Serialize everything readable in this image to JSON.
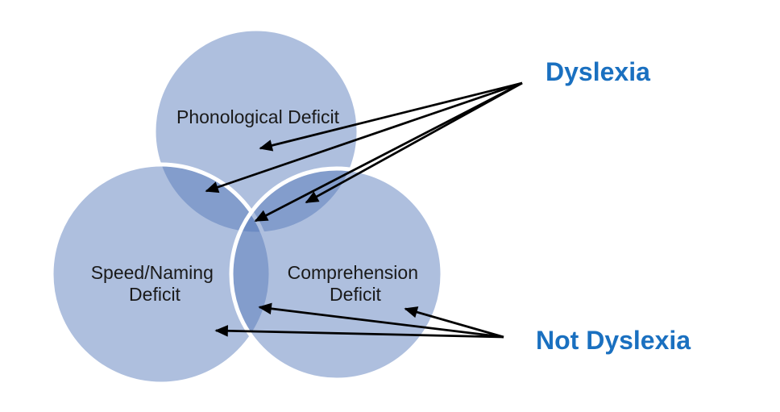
{
  "colors": {
    "background": "#FFFFFF",
    "circle_fill": "#5277B8",
    "circle_stroke": "#FFFFFF",
    "fill_opacity": "0.47",
    "label_text": "#1A1A1A",
    "annotation_text": "#1A70C0",
    "arrow": "#000000"
  },
  "diagram": {
    "type": "venn-3-circle",
    "circles": [
      {
        "id": "phonological",
        "label": "Phonological Deficit"
      },
      {
        "id": "speed-naming",
        "label_line1": "Speed/Naming",
        "label_line2": "Deficit"
      },
      {
        "id": "comprehension",
        "label_line1": "Comprehension",
        "label_line2": "Deficit"
      }
    ]
  },
  "annotations": {
    "dyslexia": {
      "label": "Dyslexia",
      "arrow_targets": [
        "phonological-only",
        "phonological-speed-overlap",
        "center-triple-overlap",
        "phonological-comprehension-overlap"
      ]
    },
    "not_dyslexia": {
      "label": "Not Dyslexia",
      "arrow_targets": [
        "comprehension-only",
        "speed-comprehension-overlap",
        "speed-naming-only"
      ]
    }
  }
}
